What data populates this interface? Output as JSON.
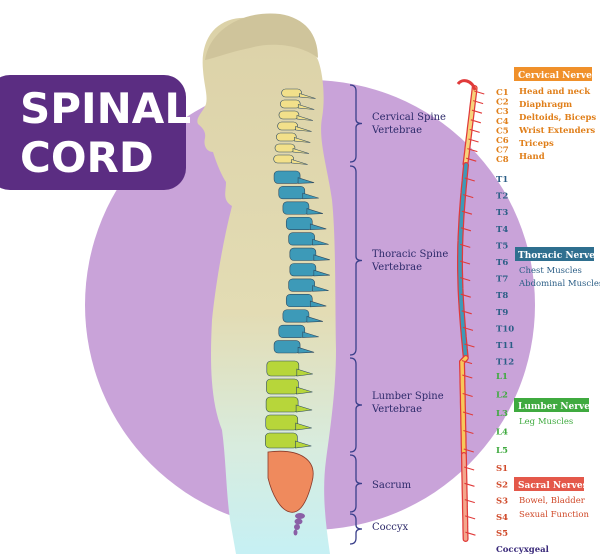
{
  "title": {
    "line1": "SPINAL",
    "line2": "CORD"
  },
  "regions": [
    {
      "line1": "Cervical Spine",
      "line2": "Vertebrae"
    },
    {
      "line1": "Thoracic Spine",
      "line2": "Vertebrae"
    },
    {
      "line1": "Lumber Spine",
      "line2": "Vertebrae"
    },
    {
      "line1": "Sacrum",
      "line2": ""
    },
    {
      "line1": "Coccyx",
      "line2": ""
    }
  ],
  "nerve_labels": {
    "cervical": [
      "C1",
      "C2",
      "C3",
      "C4",
      "C5",
      "C6",
      "C7",
      "C8"
    ],
    "thoracic": [
      "T1",
      "T2",
      "T3",
      "T4",
      "T5",
      "T6",
      "T7",
      "T8",
      "T9",
      "T10",
      "T11",
      "T12"
    ],
    "lumbar": [
      "L1",
      "L2",
      "L3",
      "L4",
      "L5"
    ],
    "sacral": [
      "S1",
      "S2",
      "S3",
      "S4",
      "S5"
    ],
    "coccygeal": "Coccyxgeal"
  },
  "groups": {
    "cervical": {
      "title": "Cervical Nerves",
      "items": [
        "Head and neck",
        "Diaphragm",
        "Deltoids, Biceps",
        "Wrist Extenders",
        "Triceps",
        "Hand"
      ]
    },
    "thoracic": {
      "title": "Thoracic Nerves",
      "items": [
        "Chest Muscles",
        "Abdominal Muscles"
      ]
    },
    "lumbar": {
      "title": "Lumber Nerves",
      "items": [
        "Leg Muscles"
      ]
    },
    "sacral": {
      "title": "Sacral Nerves",
      "items": [
        "Bowel, Bladder",
        "Sexual Function"
      ]
    }
  },
  "colors": {
    "purple_circle": "#c9a3d9",
    "title_box": "#5b2d82",
    "body": "#dcd2a8",
    "body_lower": "#cdeff2",
    "cervical": "#f2e08a",
    "thoracic": "#3d9ab8",
    "lumbar": "#b7d63a",
    "sacrum": "#ef8a5d",
    "coccyx": "#8a5fa6",
    "cervical_text": "#e07f1a",
    "thoracic_text": "#2b5e86",
    "lumbar_text": "#3faa3f",
    "sacral_text": "#d04a2a",
    "coccygeal_text": "#3a2a7a",
    "region_text": "#2d2a6a",
    "bracket": "#3a3f8a",
    "cord_outline": "#e03a3a",
    "cervical_badge": "#f0902a",
    "thoracic_badge": "#2f6f8f",
    "lumbar_badge": "#3faa3f",
    "sacral_badge": "#e4584a"
  }
}
